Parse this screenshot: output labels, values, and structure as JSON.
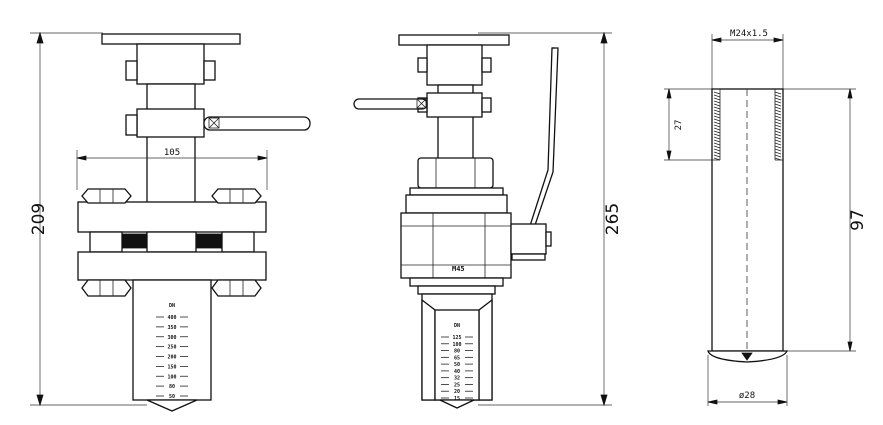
{
  "view_left": {
    "height_label": "209",
    "width_label": "105",
    "scale_header": "DN",
    "scale_values": [
      "400",
      "350",
      "300",
      "250",
      "200",
      "150",
      "100",
      "80",
      "50"
    ]
  },
  "view_middle": {
    "height_label": "265",
    "thread_label": "M45",
    "scale_header": "DN",
    "scale_values": [
      "125",
      "100",
      "80",
      "65",
      "50",
      "40",
      "32",
      "25",
      "20",
      "15"
    ]
  },
  "view_right": {
    "thread_label": "M24x1.5",
    "thread_length_label": "27",
    "length_label": "97",
    "diameter_label": "ø28"
  },
  "colors": {
    "line": "#111111",
    "background": "#ffffff"
  }
}
